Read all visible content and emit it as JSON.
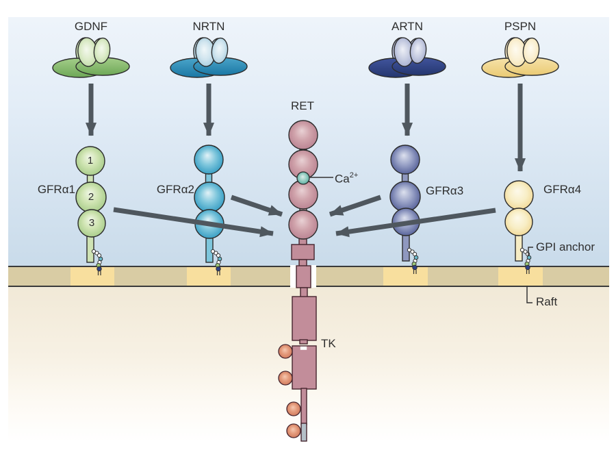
{
  "ligands": [
    {
      "label": "GDNF",
      "color": "#7fb765"
    },
    {
      "label": "NRTN",
      "color": "#2487b3"
    },
    {
      "label": "ARTN",
      "color": "#2e4187"
    },
    {
      "label": "PSPN",
      "color": "#f0d289"
    }
  ],
  "co_receptors": [
    {
      "label": "GFRα1",
      "domains": [
        "1",
        "2",
        "3"
      ],
      "color": "#abd08d"
    },
    {
      "label": "GFRα2",
      "color": "#2d97c0"
    },
    {
      "label": "GFRα3",
      "color": "#4a5590"
    },
    {
      "label": "GFRα4",
      "color": "#f2d892"
    }
  ],
  "ret_receptor": {
    "label": "RET",
    "calcium_base": "Ca",
    "calcium_sup": "2+",
    "tyrosine_kinase_label": "TK",
    "color": "#c28d9a"
  },
  "membrane": {
    "gpi_anchor_label": "GPI anchor",
    "raft_label": "Raft",
    "color": "#d9cca4",
    "raft_color": "#f8df9e"
  }
}
